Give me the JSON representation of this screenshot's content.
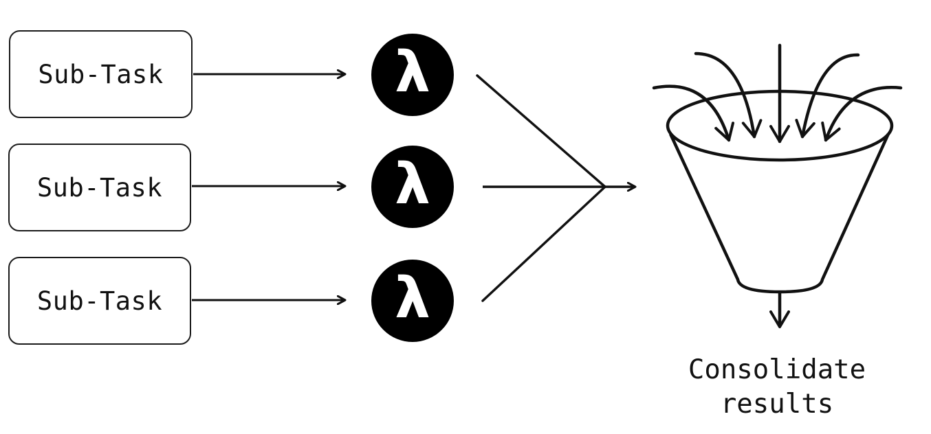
{
  "diagram": {
    "sub_tasks": [
      {
        "label": "Sub-Task"
      },
      {
        "label": "Sub-Task"
      },
      {
        "label": "Sub-Task"
      }
    ],
    "lambda_symbol": "λ",
    "output_label_line1": "Consolidate",
    "output_label_line2": "results"
  },
  "colors": {
    "stroke": "#111111",
    "lambda_fill": "#000000",
    "lambda_text": "#ffffff",
    "background": "#ffffff"
  },
  "icons": {
    "function": "lambda-icon",
    "aggregator": "funnel-icon"
  }
}
